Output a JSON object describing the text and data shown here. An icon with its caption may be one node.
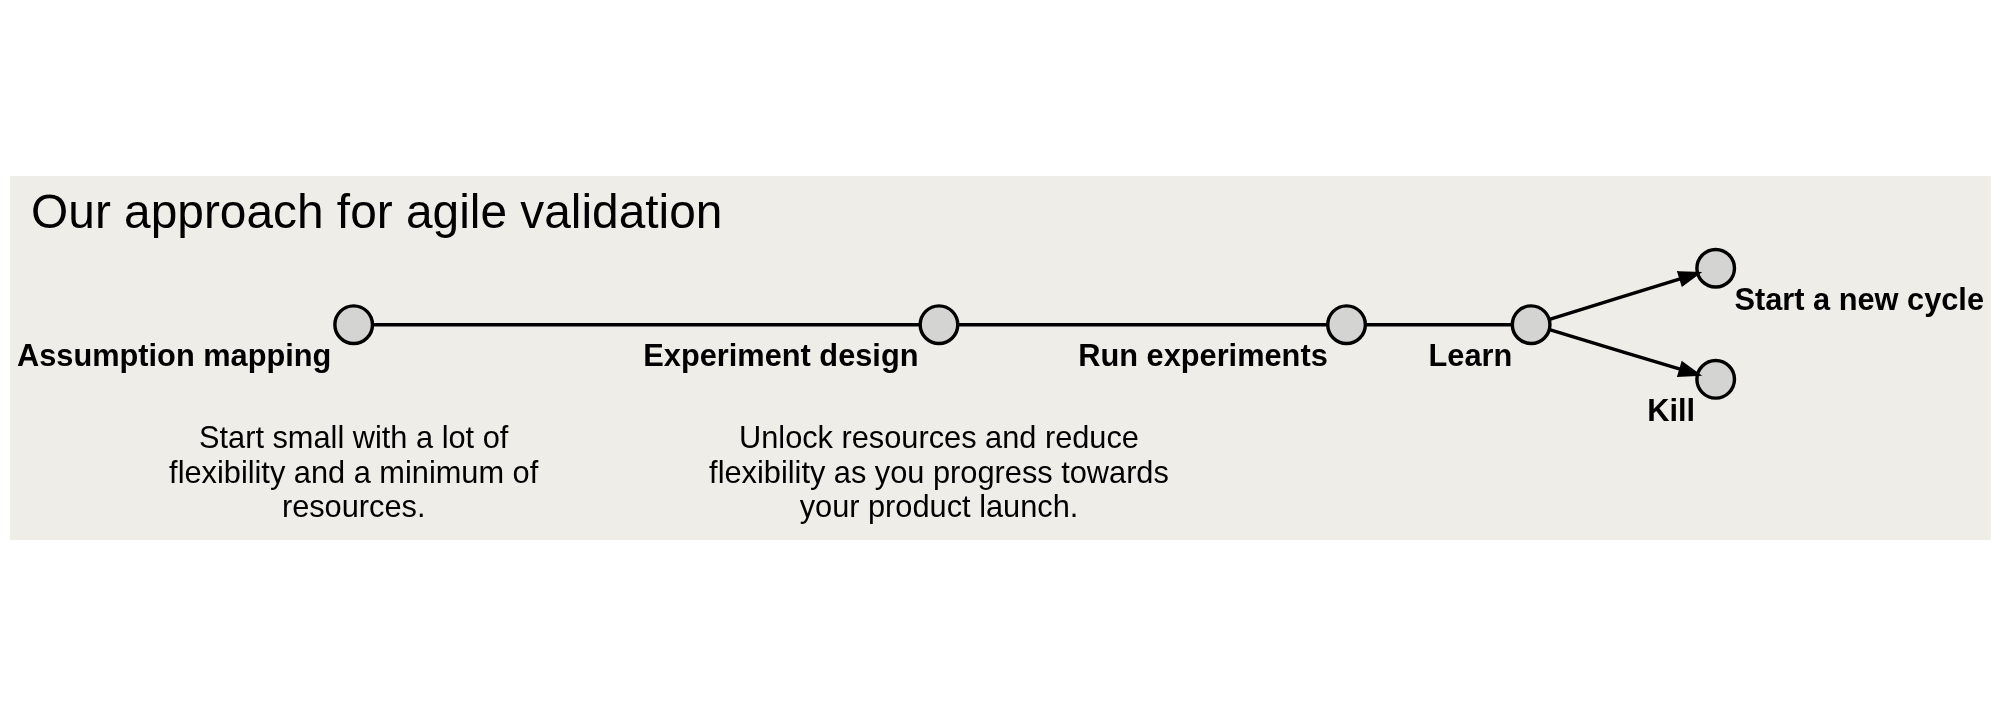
{
  "diagram": {
    "title": "Our approach for agile validation",
    "nodes": [
      {
        "text": [],
        "shape": "circle",
        "beside": [
          "Experiment design"
        ]
      },
      {
        "text": [],
        "shape": "circle",
        "beside": [
          "Run experiments"
        ]
      },
      {
        "text": [],
        "shape": "circle",
        "beside": [
          "Assumption mapping"
        ]
      },
      {
        "text": [],
        "shape": "circle",
        "beside": [
          "Start a new cycle"
        ]
      },
      {
        "text": [],
        "shape": "circle",
        "beside": [
          "Learn"
        ]
      },
      {
        "text": [],
        "shape": "circle",
        "beside": [
          "Kill"
        ]
      }
    ],
    "edges": [
      {
        "from": 2,
        "to": 0,
        "arrow": "none"
      },
      {
        "from": 0,
        "to": 1,
        "arrow": "none"
      },
      {
        "from": 1,
        "to": 4,
        "arrow": "none"
      },
      {
        "from": 4,
        "to": 3,
        "arrow": "to"
      },
      {
        "from": 4,
        "to": 5,
        "arrow": "to"
      }
    ],
    "labels": [
      "Start small with a lot of flexibility and a minimum of resources.",
      "Unlock resources and reduce flexibility as you progress towards your product launch."
    ]
  }
}
